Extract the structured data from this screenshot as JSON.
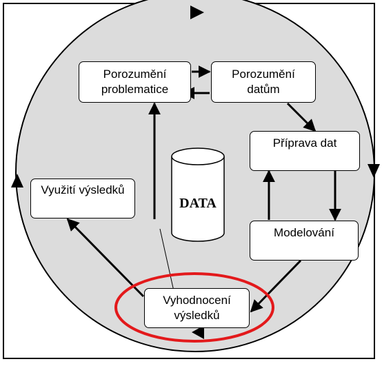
{
  "diagram": {
    "boxes": {
      "business_understanding": {
        "line1": "Porozumění",
        "line2": "problematice"
      },
      "data_understanding": {
        "line1": "Porozumění",
        "line2": "datům"
      },
      "data_preparation": {
        "line1": "Příprava dat"
      },
      "modeling": {
        "line1": "Modelování"
      },
      "evaluation": {
        "line1": "Vyhodnocení",
        "line2": "výsledků"
      },
      "deployment": {
        "line1": "Využití výsledků"
      }
    },
    "data_store_label": "DATA"
  },
  "colors": {
    "circle_fill": "#dcdcdc",
    "highlight_ellipse": "#e3191b",
    "stroke": "#000000",
    "box_fill": "#ffffff"
  }
}
